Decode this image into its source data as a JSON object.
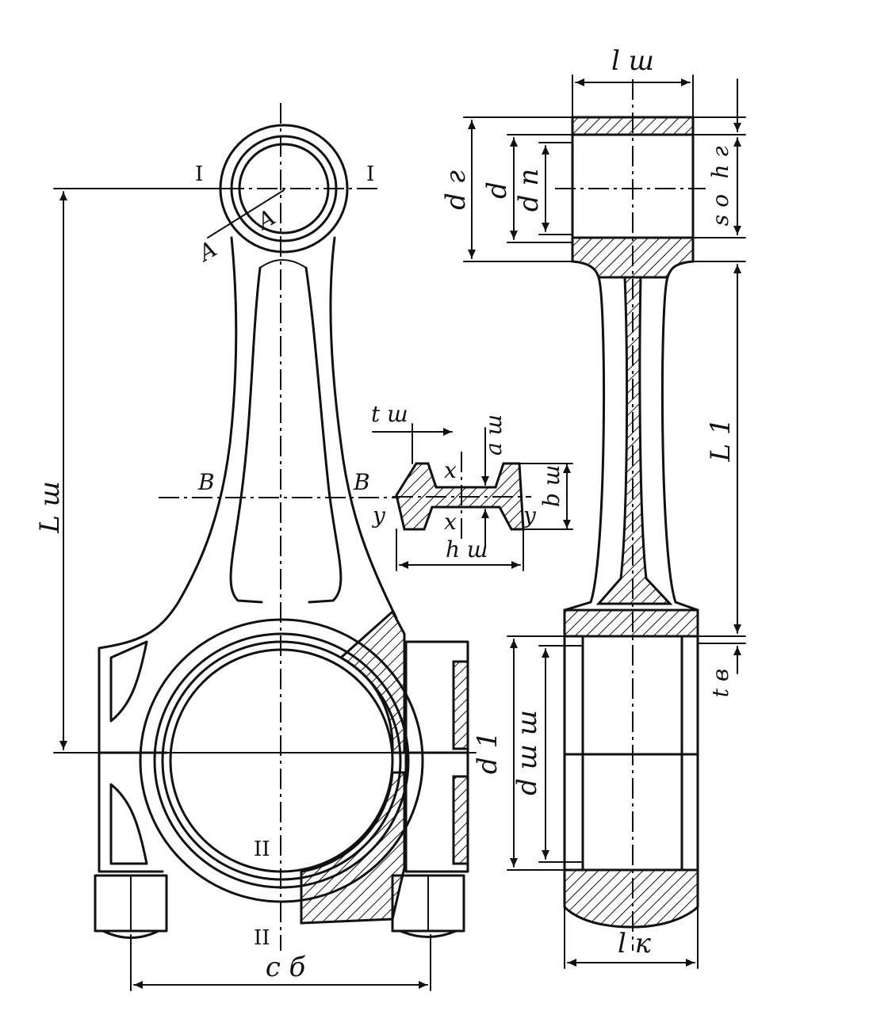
{
  "labels": {
    "l_sh_top": "l ш",
    "d_g": "d г",
    "d": "d",
    "d_p": "d п",
    "h_g": "h г",
    "s_o": "s о",
    "L_1": "L 1",
    "t_v": "t в",
    "d_1": "d 1",
    "d_shsh": "d ш ш",
    "l_k": "l к",
    "L_sh": "L ш",
    "c_b": "c б",
    "t_sh": "t ш",
    "a_sh": "a ш",
    "b_sh": "b ш",
    "h_sh": "h ш",
    "x_top": "x",
    "x_bot": "x",
    "y_left": "y",
    "y_right": "y",
    "A_1": "A",
    "A_2": "A",
    "B_left": "B",
    "B_right": "B",
    "I_left": "I",
    "I_right": "I",
    "II_top": "II",
    "II_bot": "II"
  }
}
